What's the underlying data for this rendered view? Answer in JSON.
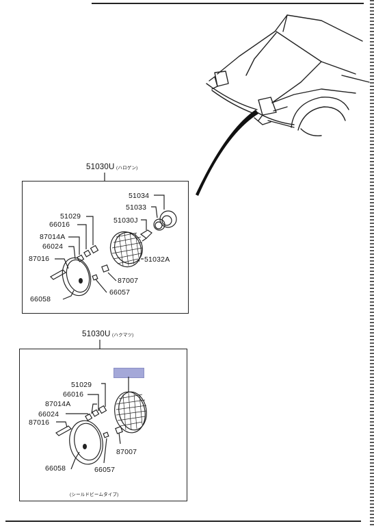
{
  "group_halogen": {
    "title": "51030U",
    "title_note": "(ハロゲン)",
    "parts": {
      "p51034": "51034",
      "p51033": "51033",
      "p51030J": "51030J",
      "p51032A": "51032A",
      "p51029": "51029",
      "p66016": "66016",
      "p87014A": "87014A",
      "p66024": "66024",
      "p87016": "87016",
      "p87007": "87007",
      "p66057": "66057",
      "p66058": "66058"
    }
  },
  "group_sealed": {
    "title": "51030U",
    "title_note": "(ハクマツ)",
    "parts": {
      "p51029": "51029",
      "p66016": "66016",
      "p87014A": "87014A",
      "p66024": "66024",
      "p87016": "87016",
      "p87007": "87007",
      "p66057": "66057",
      "p66058": "66058"
    },
    "footnote": "(シールドビームタイプ)"
  },
  "colors": {
    "line": "#222222",
    "highlight": "#a4a8d8"
  }
}
